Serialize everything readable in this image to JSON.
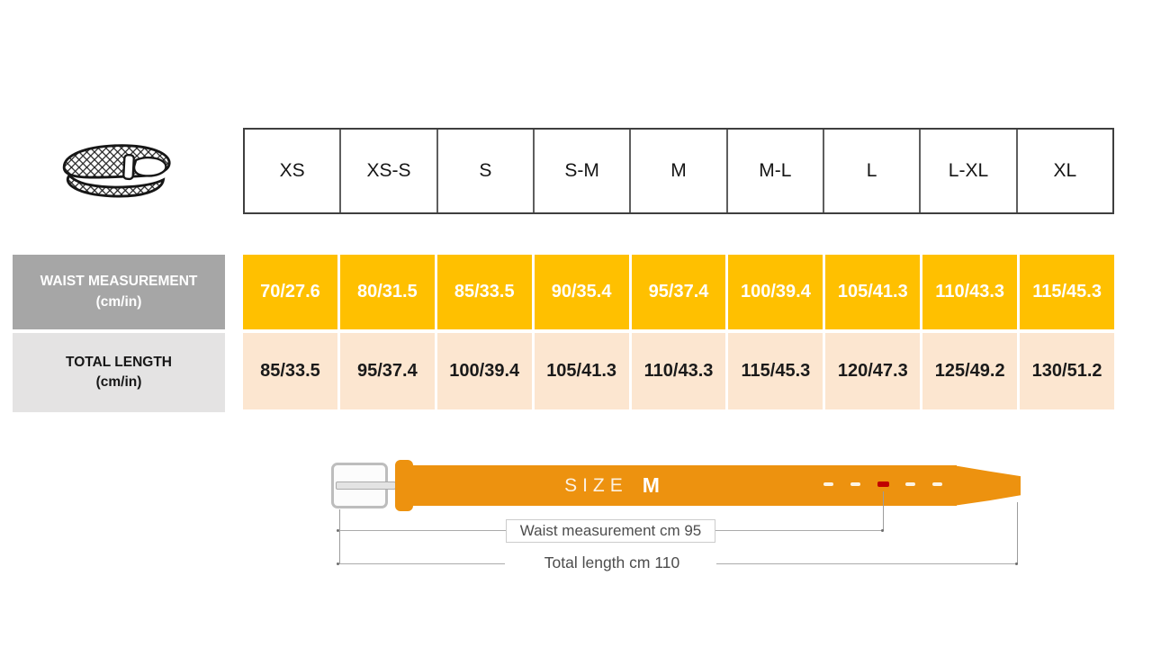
{
  "colors": {
    "amber": "#FFC000",
    "peach": "#FCE6D0",
    "label-gray": "#A6A6A6",
    "label-light-gray": "#E4E3E3",
    "belt-orange": "#ED920F",
    "hole-red": "#C00000",
    "line-gray": "#ABABAB",
    "text-dark": "#1F1F1F",
    "annotation-gray": "#4D4D4D"
  },
  "chart_data": {
    "type": "table",
    "columns": [
      "XS",
      "XS-S",
      "S",
      "S-M",
      "M",
      "M-L",
      "L",
      "L-XL",
      "XL"
    ],
    "rows": [
      {
        "label": "WAIST MEASUREMENT",
        "unit": "(cm/in)",
        "values": [
          "70/27.6",
          "80/31.5",
          "85/33.5",
          "90/35.4",
          "95/37.4",
          "100/39.4",
          "105/41.3",
          "110/43.3",
          "115/45.3"
        ]
      },
      {
        "label": "TOTAL LENGTH",
        "unit": "(cm/in)",
        "values": [
          "85/33.5",
          "95/37.4",
          "100/39.4",
          "105/41.3",
          "110/43.3",
          "115/45.3",
          "120/47.3",
          "125/49.2",
          "130/51.2"
        ]
      }
    ]
  },
  "diagram": {
    "size_label": "SIZE",
    "size_value": "M",
    "waist_annotation": "Waist measurement cm 95",
    "length_annotation": "Total length cm 110",
    "hole_count": 5,
    "highlighted_hole_index": 3
  }
}
